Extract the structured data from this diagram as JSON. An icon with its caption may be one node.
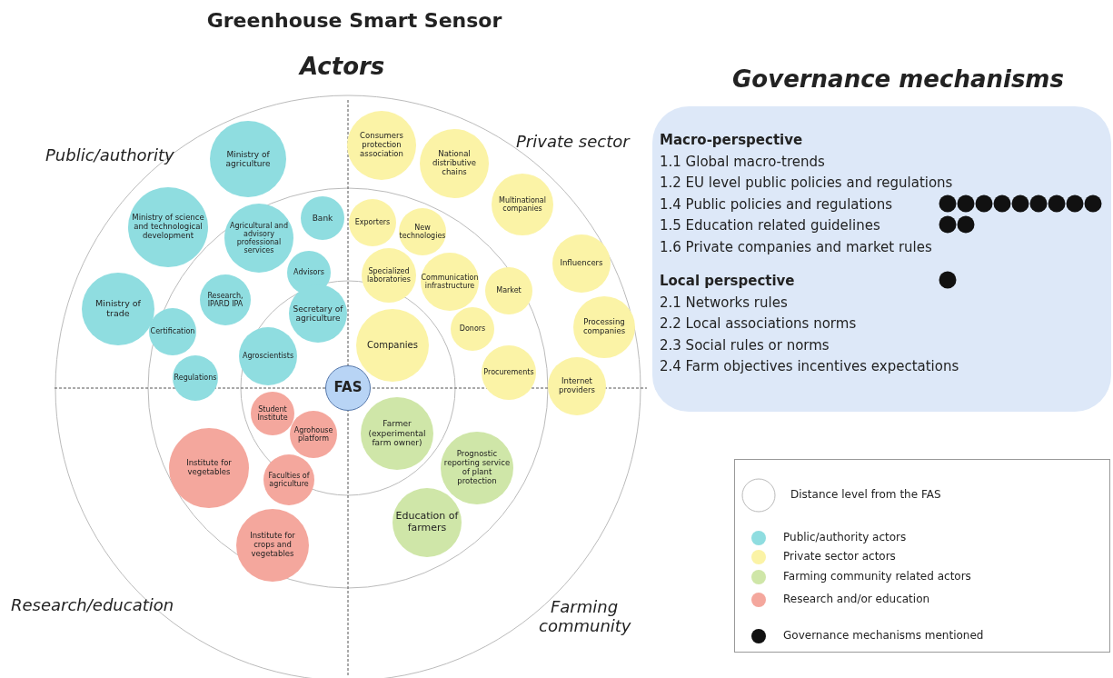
{
  "diagram": {
    "title": "Greenhouse Smart Sensor",
    "nodes": [
      {
        "text": [
          "Ministry of agriculture"
        ]
      },
      {
        "text": [
          "Ministry of science and technological development"
        ]
      },
      {
        "text": [
          "Ministry of trade"
        ]
      },
      {
        "text": [
          "Bank"
        ]
      },
      {
        "text": [
          "Agricultural and advisory professional services"
        ]
      },
      {
        "text": [
          "Advisors"
        ]
      },
      {
        "text": [
          "Certification"
        ]
      },
      {
        "text": [
          "Research, IPARD IPA"
        ]
      },
      {
        "text": [
          "Regulations"
        ]
      },
      {
        "text": [
          "Secretary of agriculture"
        ]
      },
      {
        "text": [
          "Agroscientists"
        ]
      },
      {
        "text": [
          "Consumers protection association"
        ]
      },
      {
        "text": [
          "National distributive chains"
        ]
      },
      {
        "text": [
          "Exporters"
        ]
      },
      {
        "text": [
          "New technologies"
        ]
      },
      {
        "text": [
          "Specialized laboratories"
        ]
      },
      {
        "text": [
          "Multinational companies"
        ]
      },
      {
        "text": [
          "Influencers"
        ]
      },
      {
        "text": [
          "Communication infrastructure"
        ]
      },
      {
        "text": [
          "Market"
        ]
      },
      {
        "text": [
          "Processing companies"
        ]
      },
      {
        "text": [
          "Companies"
        ]
      },
      {
        "text": [
          "Donors"
        ]
      },
      {
        "text": [
          "Procurements"
        ]
      },
      {
        "text": [
          "Internet providers"
        ]
      },
      {
        "text": [
          "FAS"
        ]
      },
      {
        "text": [
          "Student Institute"
        ]
      },
      {
        "text": [
          "Agrohouse platform"
        ]
      },
      {
        "text": [
          "Faculties of agriculture"
        ]
      },
      {
        "text": [
          "Institute for vegetables"
        ]
      },
      {
        "text": [
          "Institute for crops and vegetables"
        ]
      },
      {
        "text": [
          "Farmer (experimental farm owner)"
        ]
      },
      {
        "text": [
          "Prognostic reporting service of plant protection"
        ]
      },
      {
        "text": [
          "Education of farmers"
        ]
      },
      {
        "text": [
          "Macro-perspective",
          "1.1 Global macro-trends",
          "1.2 EU level public policies and regulations",
          "1.4 Public policies and regulations",
          "1.5 Education related guidelines",
          "1.6 Private companies and market rules",
          "Local perspective",
          "2.1 Networks rules",
          "2.2 Local associations norms",
          "2.3 Social rules or norms",
          "2.4 Farm objectives incentives expectations"
        ]
      }
    ],
    "edges": [],
    "labels": [
      "Actors",
      "Governance mechanisms",
      "Public/authority",
      "Private sector",
      "Research/education",
      "Farming community"
    ],
    "legend": [
      {
        "text": "Distance level from the FAS"
      },
      {
        "text": "Public/authority actors",
        "color": "#8fdde0"
      },
      {
        "text": "Private sector actors",
        "color": "#fbf3a6"
      },
      {
        "text": "Farming community related actors",
        "color": "#cfe6a8"
      },
      {
        "text": "Research and/or education",
        "color": "#f4a79d"
      },
      {
        "text": "Governance mechanisms mentioned",
        "color": "#111111"
      }
    ]
  }
}
